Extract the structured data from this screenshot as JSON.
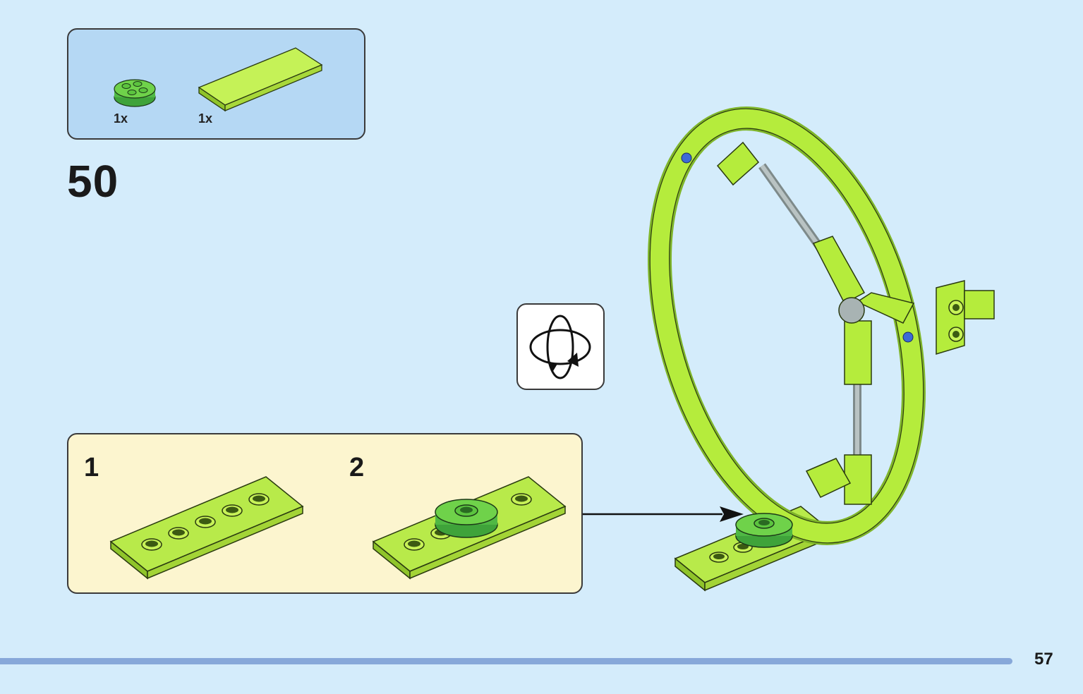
{
  "parts_callout": {
    "items": [
      {
        "icon": "round-plate-2x2-icon",
        "quantity": "1x",
        "color": "#6fd24a"
      },
      {
        "icon": "tile-2x6-icon",
        "quantity": "1x",
        "color": "#b5ec3c"
      }
    ]
  },
  "step": {
    "number": "50"
  },
  "rotate_indicator": {
    "icon": "rotate-model-icon"
  },
  "sub_assembly": {
    "steps": [
      {
        "number": "1"
      },
      {
        "number": "2"
      }
    ]
  },
  "colors": {
    "background": "#d4ecfb",
    "parts_box": "#b5d8f4",
    "sub_box": "#fcf5cf",
    "lime": "#b5ec3c",
    "green": "#6fd24a",
    "footer_bar": "#87a8d9"
  },
  "footer": {
    "page_number": "57"
  }
}
